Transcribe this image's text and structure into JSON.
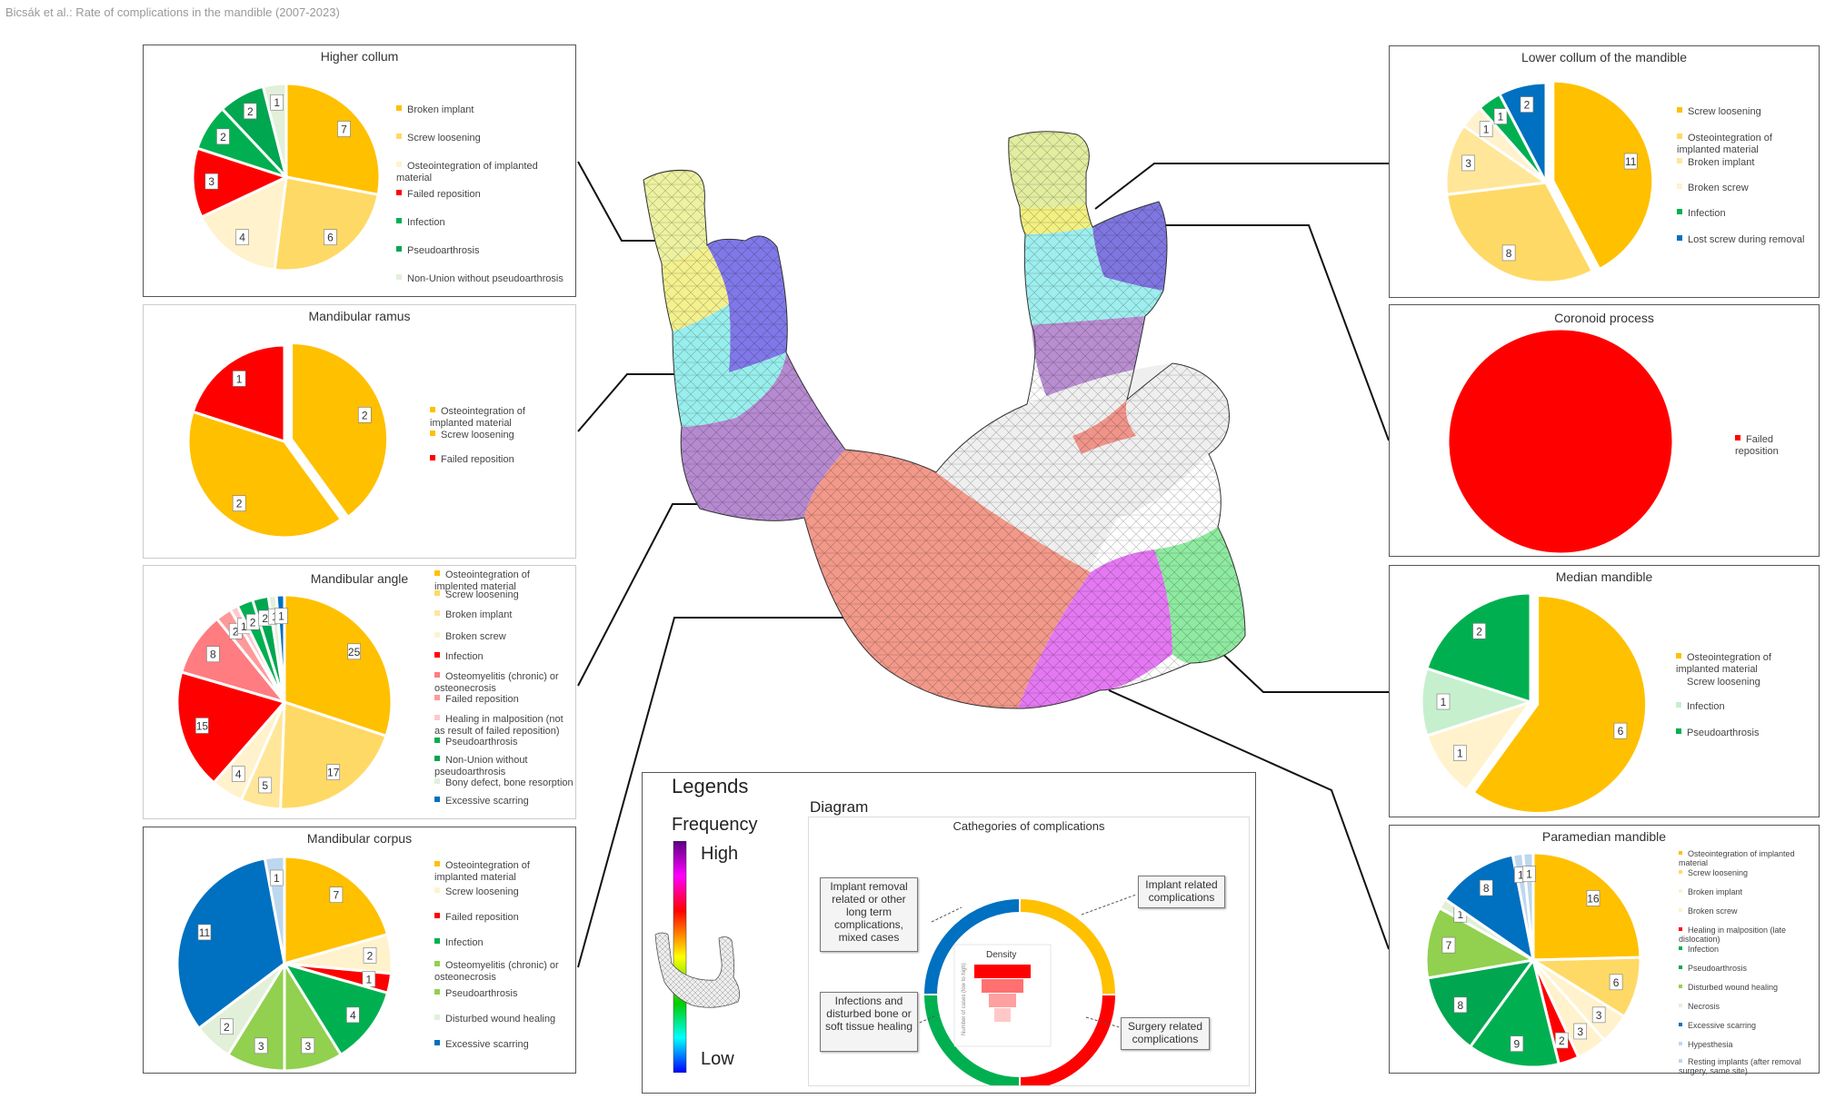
{
  "header": "Bicsák et al.: Rate of complications in the mandible (2007-2023)",
  "colors": {
    "orange": "#FFC000",
    "light_yellow": "#FFD966",
    "pale_yellow": "#FFF2CC",
    "cream": "#FFE699",
    "red": "#FF0000",
    "salmon": "#FF7C80",
    "pink": "#FFC7CE",
    "green": "#00B050",
    "dark_green": "#00A650",
    "light_green": "#C6EFCE",
    "mint": "#E2F0D9",
    "lime": "#92D050",
    "blue": "#0070C0",
    "light_blue": "#BDD7EE"
  },
  "chart_data": [
    {
      "id": "higher-collum",
      "type": "pie",
      "title": "Higher collum",
      "categories": [
        "Broken implant",
        "Screw loosening",
        "Osteointegration of implanted material",
        "Failed reposition",
        "Infection",
        "Pseudoarthrosis",
        "Non-Union without pseudoarthrosis"
      ],
      "slice_order": [
        "Broken implant",
        "Screw loosening",
        "Osteointegration of implanted material",
        "Failed reposition",
        "Infection",
        "Pseudoarthrosis",
        "Non-Union without pseudoarthrosis"
      ],
      "values": [
        7,
        6,
        4,
        3,
        2,
        2,
        1
      ],
      "colors": [
        "#FFC000",
        "#FFD966",
        "#FFF2CC",
        "#FF0000",
        "#00B050",
        "#00A650",
        "#E2F0D9"
      ]
    },
    {
      "id": "mandibular-ramus",
      "type": "pie",
      "title": "Mandibular ramus",
      "categories": [
        "Osteointegration of implanted material",
        "Screw loosening",
        "Failed reposition"
      ],
      "values": [
        2,
        2,
        1
      ],
      "colors": [
        "#FFC000",
        "#FFC000",
        "#FF0000"
      ]
    },
    {
      "id": "mandibular-angle",
      "type": "pie",
      "title": "Mandibular angle",
      "categories": [
        "Osteointegration of implented material",
        "Screw loosening",
        "Broken implant",
        "Broken screw",
        "Infection",
        "Osteomyelitis (chronic) or osteonecrosis",
        "Failed reposition",
        "Healing in malposition (not as result of failed reposition)",
        "Pseudoarthrosis",
        "Non-Union without pseudoarthrosis",
        "Bony defect, bone resorption",
        "Excessive scarring"
      ],
      "values": [
        25,
        17,
        5,
        4,
        15,
        8,
        2,
        1,
        2,
        2,
        1,
        1
      ],
      "colors": [
        "#FFC000",
        "#FFD966",
        "#FFE699",
        "#FFF2CC",
        "#FF0000",
        "#FF7C80",
        "#FF9999",
        "#FFC7CE",
        "#00B050",
        "#00A650",
        "#E2F0D9",
        "#0070C0"
      ]
    },
    {
      "id": "mandibular-corpus",
      "type": "pie",
      "title": "Mandibular corpus",
      "categories": [
        "Osteointegration of implanted material",
        "Screw loosening",
        "Failed reposition",
        "Infection",
        "Osteomyelitis (chronic) or osteonecrosis",
        "Pseudoarthrosis",
        "Disturbed wound healing",
        "Excessive scarring"
      ],
      "values": [
        7,
        2,
        1,
        4,
        3,
        3,
        2,
        11
      ],
      "extra_slice": 1,
      "colors": [
        "#FFC000",
        "#FFF2CC",
        "#FF0000",
        "#00B050",
        "#92D050",
        "#92D050",
        "#E2F0D9",
        "#0070C0"
      ]
    },
    {
      "id": "lower-collum",
      "type": "pie",
      "title": "Lower collum of the mandible",
      "categories": [
        "Screw loosening",
        "Osteointegration of implanted material",
        "Broken implant",
        "Broken screw",
        "Infection",
        "Lost screw during removal"
      ],
      "values": [
        11,
        8,
        3,
        1,
        1,
        2
      ],
      "colors": [
        "#FFC000",
        "#FFD966",
        "#FFE699",
        "#FFF2CC",
        "#00B050",
        "#0070C0"
      ]
    },
    {
      "id": "coronoid-process",
      "type": "pie",
      "title": "Coronoid process",
      "categories": [
        "Failed reposition"
      ],
      "values": [
        1
      ],
      "colors": [
        "#FF0000"
      ]
    },
    {
      "id": "median-mandible",
      "type": "pie",
      "title": "Median mandible",
      "categories": [
        "Osteointegration of implanted material",
        "Screw loosening",
        "Infection",
        "Pseudoarthrosis"
      ],
      "values": [
        6,
        1,
        1,
        2
      ],
      "colors": [
        "#FFC000",
        "#FFF2CC",
        "#C6EFCE",
        "#00B050"
      ]
    },
    {
      "id": "paramedian-mandible",
      "type": "pie",
      "title": "Paramedian mandible",
      "categories": [
        "Osteointegration of implanted material",
        "Screw loosening",
        "Broken implant",
        "Broken screw",
        "Healing in malposition (late dislocation)",
        "Infection",
        "Pseudoarthrosis",
        "Disturbed wound healing",
        "Necrosis",
        "Excessive scarring",
        "Hypesthesia",
        "Resting implants (after removal surgery, same site)"
      ],
      "values": [
        16,
        6,
        3,
        3,
        2,
        9,
        8,
        7,
        1,
        8,
        1,
        1
      ],
      "colors": [
        "#FFC000",
        "#FFD966",
        "#FFF2CC",
        "#FFF2CC",
        "#FF0000",
        "#00B050",
        "#00A650",
        "#92D050",
        "#E2F0D9",
        "#0070C0",
        "#BDD7EE",
        "#BDD7EE"
      ]
    }
  ],
  "legends_panel": {
    "title": "Legends",
    "frequency": "Frequency",
    "high": "High",
    "low": "Low",
    "diagram": "Diagram",
    "diagram_title": "Cathegories of complications",
    "density": "Density",
    "density_side": "Number of cases (low to high)",
    "callouts": {
      "implant_removal": "Implant removal related or other long term complications, mixed cases",
      "implant_related": "Implant related complications",
      "infections": "Infections and disturbed bone or soft tissue healing",
      "surgery_related": "Surgery related complications"
    }
  }
}
